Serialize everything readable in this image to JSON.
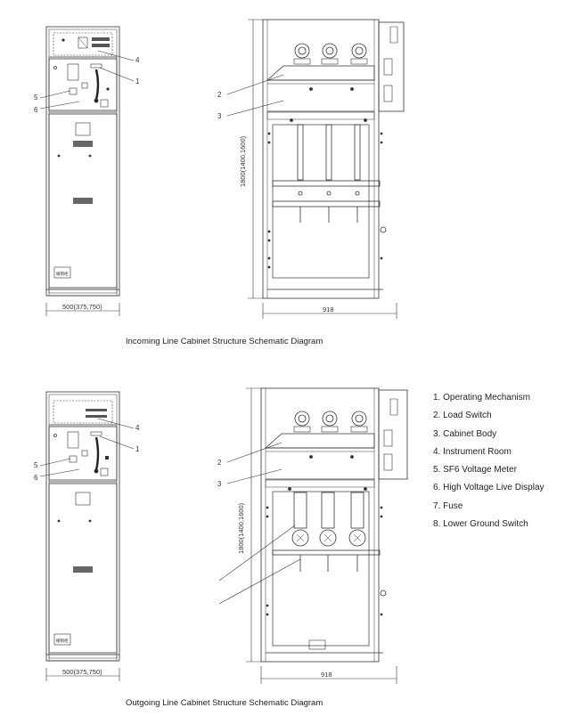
{
  "captions": {
    "incoming": "Incoming Line Cabinet Structure Schematic Diagram",
    "outgoing": "Outgoing Line Cabinet Structure Schematic Diagram"
  },
  "dimensions": {
    "front_width": "500(375,750)",
    "side_width": "918",
    "height": "1800(1400,1600)"
  },
  "callouts": {
    "n1": "1",
    "n2": "2",
    "n3": "3",
    "n4": "4",
    "n5": "5",
    "n6": "6"
  },
  "panel_label": "撤销柜",
  "legend": [
    "1. Operating Mechanism",
    "2. Load Switch",
    "3. Cabinet Body",
    "4. Instrument Room",
    "5. SF6 Voltage Meter",
    "6. High Voltage Live Display",
    "7. Fuse",
    "8. Lower Ground Switch"
  ]
}
